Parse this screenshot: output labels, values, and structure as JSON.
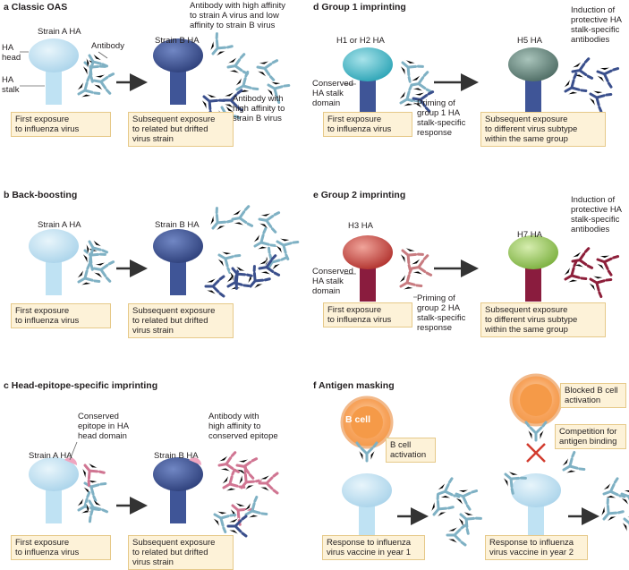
{
  "panels": {
    "a": {
      "letter": "a",
      "title": "Classic OAS",
      "strain_a": "Strain A HA",
      "strain_b": "Strain B HA",
      "antibody": "Antibody",
      "ha_head": [
        "HA",
        "head"
      ],
      "ha_stalk": [
        "HA",
        "stalk"
      ],
      "note_top": [
        "Antibody with high affinity",
        "to strain A virus and low",
        "affinity to strain B virus"
      ],
      "note_bottom": [
        "Antibody with",
        "high affinity to",
        "strain B virus"
      ],
      "box1": [
        "First exposure",
        "to influenza virus"
      ],
      "box2": [
        "Subsequent exposure",
        "to related but drifted",
        "virus strain"
      ]
    },
    "b": {
      "letter": "b",
      "title": "Back-boosting",
      "strain_a": "Strain A HA",
      "strain_b": "Strain B HA",
      "box1": [
        "First exposure",
        "to influenza virus"
      ],
      "box2": [
        "Subsequent exposure",
        "to related but drifted",
        "virus strain"
      ]
    },
    "c": {
      "letter": "c",
      "title": "Head-epitope-specific imprinting",
      "strain_a": "Strain A HA",
      "strain_b": "Strain B HA",
      "note_epitope": [
        "Conserved",
        "epitope in HA",
        "head domain"
      ],
      "note_antibody": [
        "Antibody with",
        "high affinity to",
        "conserved epitope"
      ],
      "box1": [
        "First exposure",
        "to influenza virus"
      ],
      "box2": [
        "Subsequent exposure",
        "to related but drifted",
        "virus strain"
      ]
    },
    "d": {
      "letter": "d",
      "title": "Group 1 imprinting",
      "ha_left": "H1 or H2 HA",
      "ha_right": "H5 HA",
      "conserved": [
        "Conserved",
        "HA stalk",
        "domain"
      ],
      "priming": [
        "Priming of",
        "group 1 HA",
        "stalk-specific",
        "response"
      ],
      "induction": [
        "Induction of",
        "protective HA",
        "stalk-specific",
        "antibodies"
      ],
      "box1": [
        "First exposure",
        "to influenza virus"
      ],
      "box2": [
        "Subsequent exposure",
        "to different virus subtype",
        "within the same group"
      ]
    },
    "e": {
      "letter": "e",
      "title": "Group 2 imprinting",
      "ha_left": "H3 HA",
      "ha_right": "H7 HA",
      "conserved": [
        "Conserved",
        "HA stalk",
        "domain"
      ],
      "priming": [
        "Priming of",
        "group 2 HA",
        "stalk-specific",
        "response"
      ],
      "induction": [
        "Induction of",
        "protective HA",
        "stalk-specific",
        "antibodies"
      ],
      "box1": [
        "First exposure",
        "to influenza virus"
      ],
      "box2": [
        "Subsequent exposure",
        "to different virus subtype",
        "within the same group"
      ]
    },
    "f": {
      "letter": "f",
      "title": "Antigen masking",
      "bcell": "B cell",
      "activation": [
        "B cell",
        "activation"
      ],
      "blocked": [
        "Blocked B cell",
        "activation"
      ],
      "competition": [
        "Competition for",
        "antigen binding"
      ],
      "box1": [
        "Response to influenza",
        "virus vaccine in year 1"
      ],
      "box2": [
        "Response to influenza",
        "virus vaccine in year 2"
      ]
    }
  },
  "colors": {
    "light_ha": "#bfe2f3",
    "dark_ha": "#3f5597",
    "teal_ha": "#3bb3c3",
    "slate_ha": "#5a7a72",
    "red_ha": "#c2403a",
    "green_ha": "#8cbf4f",
    "maroon": "#8a1c3e",
    "ab_light": "#7fb1c4",
    "ab_dark": "#3a4f8c",
    "ab_pink": "#d07592",
    "ab_maroon": "#8d1f3a",
    "box_fill": "#fdf2d8",
    "box_border": "#e6c989",
    "bcell": "#f7a35c",
    "arrow": "#333333",
    "red_x": "#d23b2e"
  }
}
